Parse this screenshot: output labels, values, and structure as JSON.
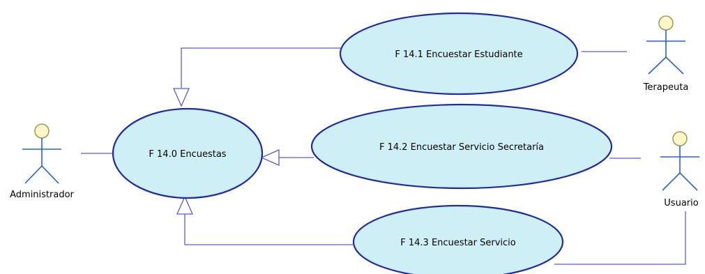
{
  "colors": {
    "line": "#5b5bd6",
    "ellipse_stroke": "#1f2aa8",
    "ellipse_fill": "#cfeff7",
    "actor_line": "#2a5fd6",
    "actor_head_fill": "#fbf7c6",
    "actor_head_stroke": "#9a9a5a"
  },
  "use_cases": {
    "uc140": "F 14.0 Encuestas",
    "uc141": "F 14.1 Encuestar  Estudiante",
    "uc142": "F 14.2 Encuestar  Servicio Secretaría",
    "uc143": "F 14.3 Encuestar  Servicio"
  },
  "actors": {
    "administrador": "Administrador",
    "terapeuta": "Terapeuta",
    "usuario": "Usuario"
  }
}
